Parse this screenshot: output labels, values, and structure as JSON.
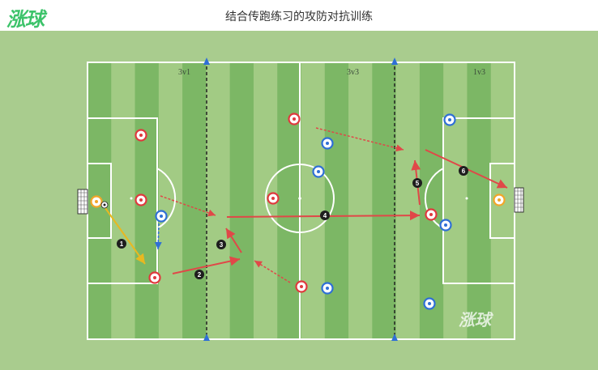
{
  "header": {
    "logo_text": "涨球",
    "title": "结合传跑练习的攻防对抗训练"
  },
  "field": {
    "zone_labels": [
      "3v1",
      "3v3",
      "1v3"
    ],
    "watermark": "涨球"
  },
  "colors": {
    "attacker": "#e0393e",
    "defender": "#2f6fd6",
    "goalkeeper": "#f2a629",
    "pass_arrow": "#e04848",
    "run_arrow": "#e8b820",
    "cone": "#2f6fd6",
    "grass_dark": "#7cb765",
    "grass_light": "#a2cb84"
  },
  "steps": [
    "1",
    "2",
    "3",
    "4",
    "5",
    "6"
  ],
  "players": {
    "attackers": [
      "a1",
      "a2",
      "a3",
      "a4",
      "a5",
      "a6",
      "a7"
    ],
    "defenders": [
      "d1",
      "d2",
      "d3",
      "d4",
      "d5",
      "d6",
      "d7"
    ],
    "goalkeepers": [
      "gk-left",
      "gk-right"
    ]
  }
}
